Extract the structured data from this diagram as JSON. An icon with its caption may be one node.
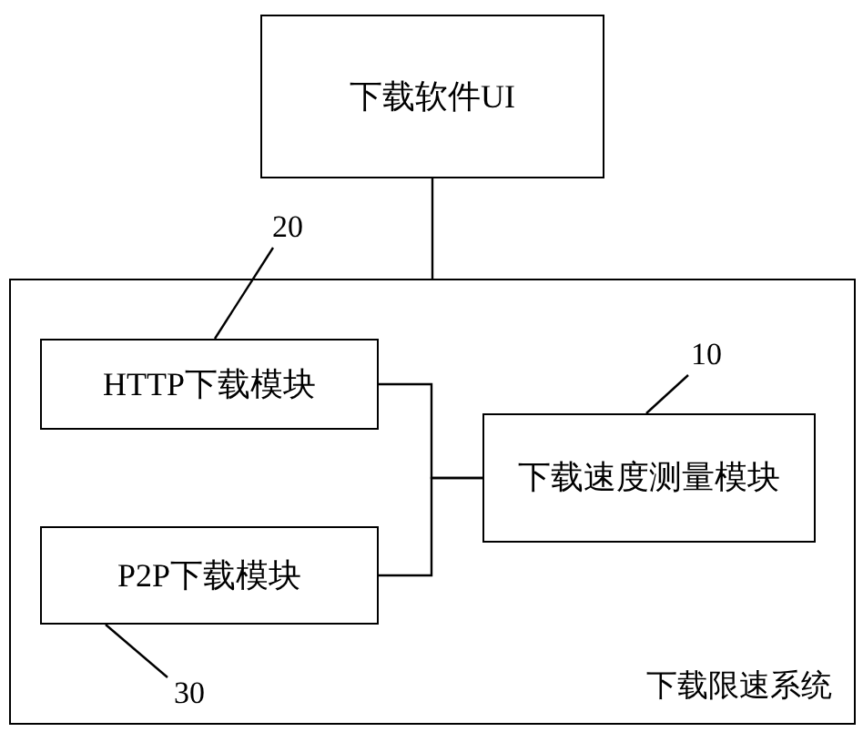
{
  "diagram": {
    "nodes": [
      {
        "text": [
          "下载软件UI"
        ]
      },
      {
        "text": [
          "下载限速系统"
        ]
      },
      {
        "text": [
          "HTTP下载模块"
        ],
        "in": 1
      },
      {
        "text": [
          "下载速度测量模块"
        ],
        "in": 1
      },
      {
        "text": [
          "P2P下载模块"
        ],
        "in": 1
      },
      {
        "text": [
          "20"
        ]
      },
      {
        "text": [
          "10"
        ],
        "in": 1
      },
      {
        "text": [
          "30"
        ],
        "in": 1
      }
    ],
    "edges": [
      {
        "from": 0,
        "to": 1,
        "arrow": "none"
      },
      {
        "from": 2,
        "to": 3,
        "arrow": "none"
      },
      {
        "from": 4,
        "to": 3,
        "arrow": "none"
      },
      {
        "from": 5,
        "to": 2,
        "arrow": "none"
      },
      {
        "from": 6,
        "to": 3,
        "arrow": "none"
      },
      {
        "from": 7,
        "to": 4,
        "arrow": "none"
      }
    ]
  }
}
